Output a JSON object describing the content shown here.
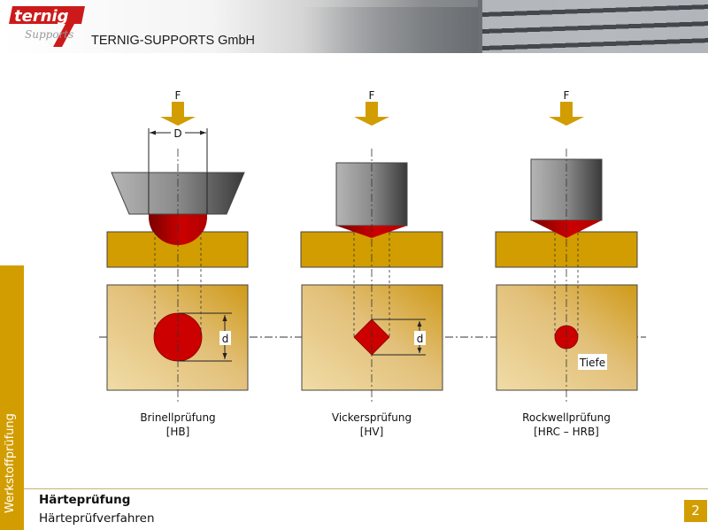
{
  "header": {
    "logo_word": "ternig",
    "logo_script": "Supports",
    "company_name": "TERNIG-SUPPORTS GmbH"
  },
  "sidebar": {
    "section_label": "Werkstoffprüfung"
  },
  "colors": {
    "accent_gold": "#d29d00",
    "indent_red": "#cc0000",
    "indenter_gray": "#8a8a8a",
    "specimen_top": "#d09a0a",
    "specimen_face": "#e6c98a"
  },
  "diagram": {
    "force_label": "F",
    "methods": [
      {
        "name": "Brinellprüfung",
        "symbol": "[HB]",
        "indenter": "ball",
        "dimension_labels": [
          "D",
          "d"
        ]
      },
      {
        "name": "Vickersprüfung",
        "symbol": "[HV]",
        "indenter": "pyramid",
        "dimension_labels": [
          "d"
        ]
      },
      {
        "name": "Rockwellprüfung",
        "symbol": "[HRC – HRB]",
        "indenter": "cone",
        "dimension_labels": [
          "Tiefe"
        ]
      }
    ]
  },
  "footer": {
    "title": "Härteprüfung",
    "subtitle": "Härteprüfverfahren",
    "page_number": "2"
  }
}
